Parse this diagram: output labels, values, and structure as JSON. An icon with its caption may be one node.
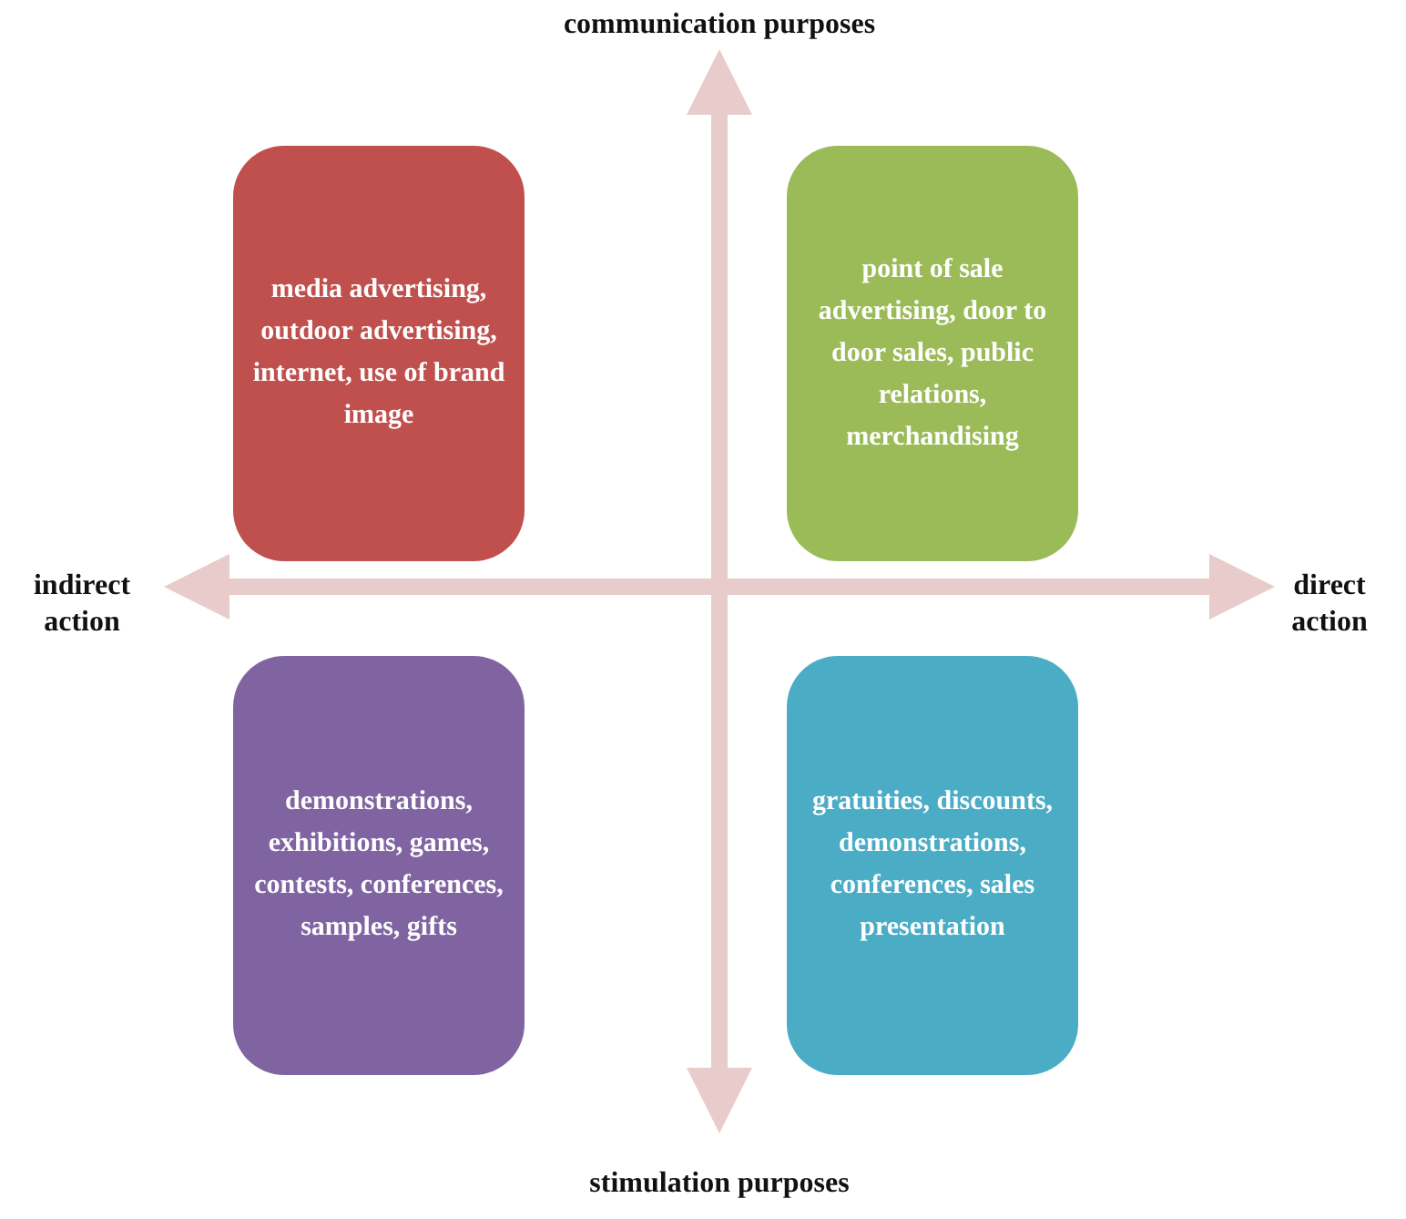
{
  "diagram": {
    "nodes": [
      {
        "text": [
          "media advertising, outdoor advertising, internet, use of brand image"
        ]
      },
      {
        "text": [
          "point of sale advertising, door to door sales, public relations, merchandising"
        ]
      },
      {
        "text": [
          "demonstrations, exhibitions, games, contests, conferences, samples, gifts"
        ]
      },
      {
        "text": [
          "gratuities, discounts, demonstrations, conferences, sales presentation"
        ]
      }
    ],
    "labels": [
      "communication purposes",
      "indirect action",
      "direct action",
      "stimulation purposes"
    ]
  }
}
